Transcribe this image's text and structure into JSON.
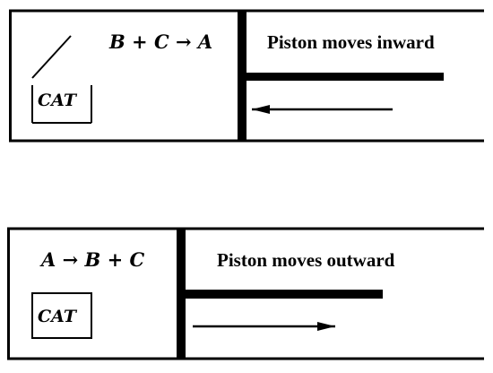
{
  "panels": [
    {
      "equation": "B + C → A",
      "caption": "Piston moves inward",
      "catalyst_label": "CAT",
      "arrow_direction": "left"
    },
    {
      "equation": "A → B + C",
      "caption": "Piston moves outward",
      "catalyst_label": "CAT",
      "arrow_direction": "right"
    }
  ]
}
